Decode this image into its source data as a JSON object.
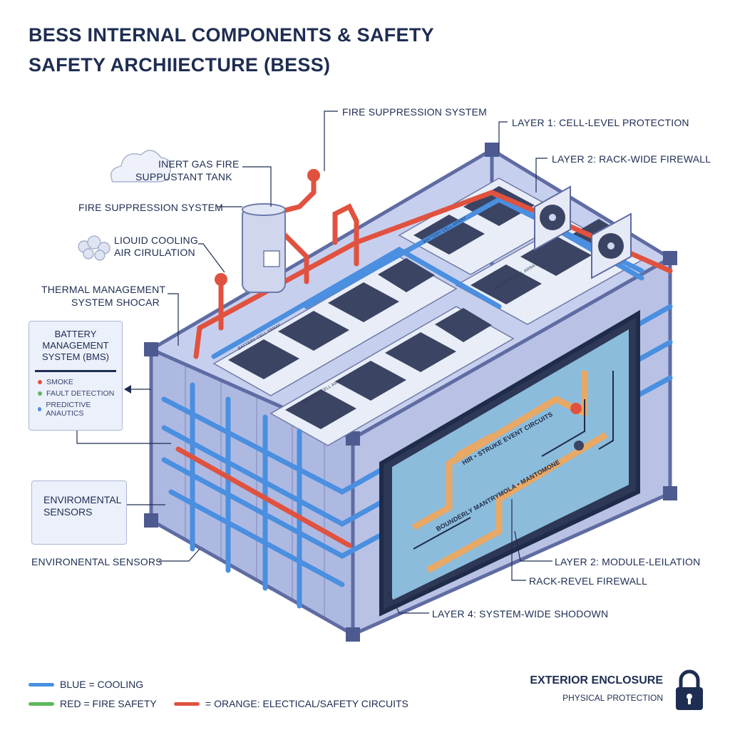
{
  "title": {
    "line1": "BESS INTERNAL COMPONENTS & SAFETY",
    "line2": "SAFETY ARCHIIECTURE (BESS)"
  },
  "labels": {
    "fire_suppression_top": "FIRE SUPPRESSION SYSTEM",
    "layer1": "LAYER 1: CELL-LEVEL PROTECTION",
    "layer2_rack": "LAYER 2: RACK-WIDE FIREWALL",
    "inert_gas_l1": "INERT GAS FIRE",
    "inert_gas_l2": "SUPPUSTANT TANK",
    "fire_suppression_left": "FIRE SUPPRESSION SYSTEM",
    "liquid_cooling_l1": "LIOUID COOLING",
    "liquid_cooling_l2": "AIR CIRULATION",
    "thermal_l1": "THERMAL MANAGEMENT",
    "thermal_l2": "SYSTEM SHOCAR",
    "env_sensors_bottom": "ENVIRONENTAL SENSORS",
    "layer2_module": "LAYER 2: MODULE-LEILATION",
    "rack_revel": "RACK-REVEL FIREWALL",
    "layer4": "LAYER 4: SYSTEM-WIDE SHODOWN"
  },
  "bms": {
    "title_l1": "BATTERY",
    "title_l2": "MANAGEMENT",
    "title_l3": "SYSTEM (BMS)",
    "items": [
      "SMOKE",
      "FAULT DETECTION",
      "PREDICTIVE ANAUTICS"
    ]
  },
  "env_box": {
    "l1": "ENVIROMENTAL",
    "l2": "SENSORS"
  },
  "panel_text": {
    "t1": "HIR • STRUKE EVENT CIRCUITS",
    "t2": "BOUNDERLY MANTRYMOLA • MANTOMONE"
  },
  "cell_label": "BATTERY CELL ARRAY",
  "legend": {
    "blue": "BLUE = COOLING",
    "red": "RED = FIRE SAFETY",
    "orange": "= ORANGE: ELECTICAL/SAFETY CIRCUITS"
  },
  "enclosure": {
    "title": "EXTERIOR ENCLOSURE",
    "subtitle": "PHYSICAL PROTECTION"
  },
  "colors": {
    "navy": "#1e2d52",
    "cooling_blue": "#4a8fe0",
    "fire_red": "#e0523f",
    "safety_green": "#5cb85c",
    "circuit_orange": "#f2a65a",
    "frame": "#8f9bc9"
  },
  "icons": {
    "cloud": "cloud-icon",
    "lock": "lock-icon",
    "fan": "fan-icon",
    "valve": "valve-icon"
  }
}
